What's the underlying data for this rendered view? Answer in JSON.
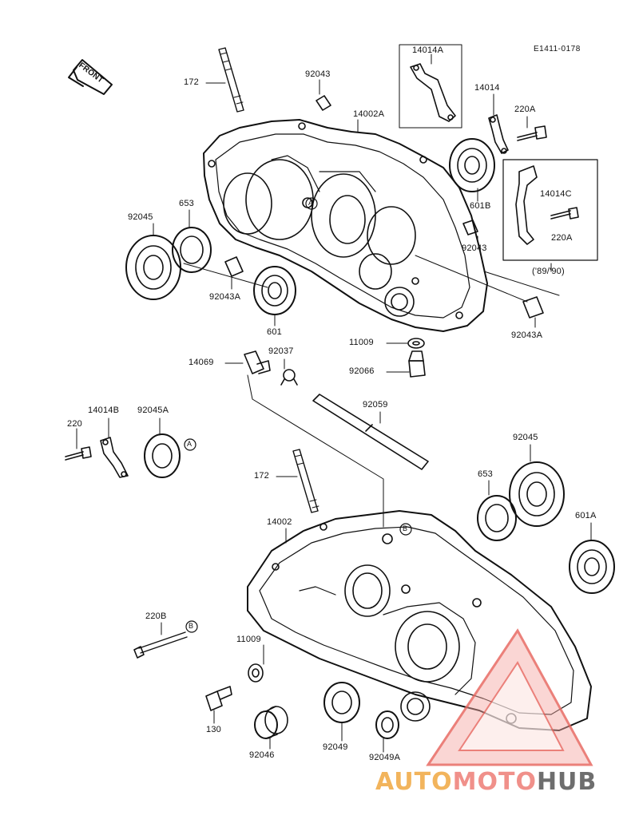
{
  "diagram_code": "E1411-0178",
  "front_label": "FRONT",
  "year_note": "('89/'90)",
  "watermark": {
    "part1": "AUTO",
    "part2": "MOTO",
    "part3": "HUB"
  },
  "labels": {
    "p172_top": "172",
    "p92043_top": "92043",
    "p14002a": "14002A",
    "p14014a": "14014A",
    "p14014": "14014",
    "p220a_top": "220A",
    "p14014c": "14014C",
    "p220a_box": "220A",
    "p601b": "601B",
    "p92043_right": "92043",
    "p92045_left": "92045",
    "p653_left": "653",
    "p92043a_left": "92043A",
    "p601": "601",
    "p92043a_right": "92043A",
    "p11009_mid": "11009",
    "p92066": "92066",
    "p92037": "92037",
    "p14069": "14069",
    "p92059": "92059",
    "p220_left": "220",
    "p14014b": "14014B",
    "p92045a": "92045A",
    "p172_mid": "172",
    "p92045_right": "92045",
    "p653_right": "653",
    "p601a": "601A",
    "p14002": "14002",
    "p220b": "220B",
    "p11009_low": "11009",
    "p130": "130",
    "p92046": "92046",
    "p92049": "92049",
    "p92049a": "92049A"
  },
  "callouts": {
    "a1": "A",
    "a2": "A",
    "b1": "B",
    "b2": "B"
  }
}
